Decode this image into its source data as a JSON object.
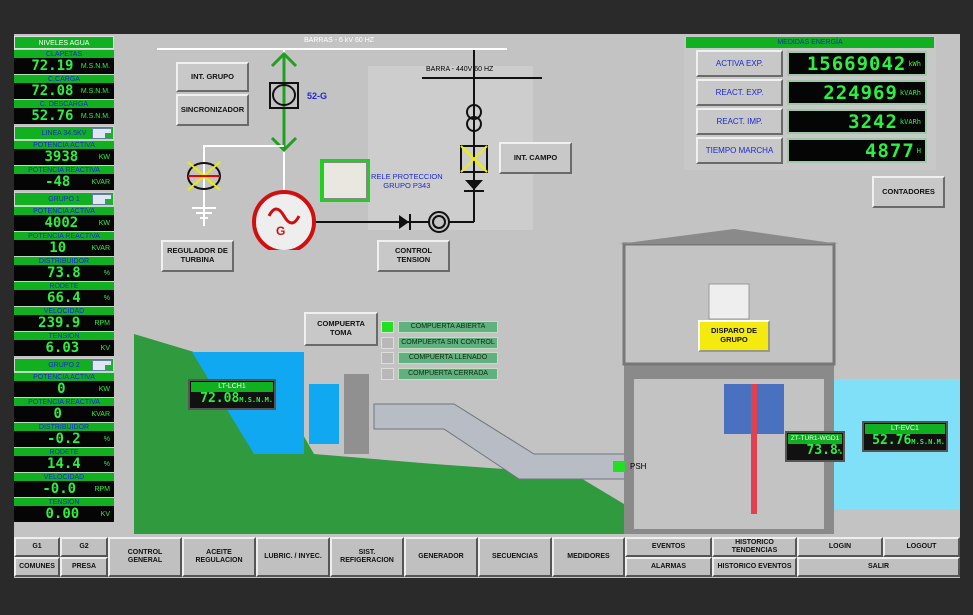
{
  "left_panel": {
    "title": "NIVELES AGUA",
    "levels": [
      {
        "label": "CLAPETAS",
        "value": "72.19",
        "unit": "M.S.N.M."
      },
      {
        "label": "C.CARGA",
        "value": "72.08",
        "unit": "M.S.N.M."
      },
      {
        "label": "C. DESCARGA",
        "value": "52.76",
        "unit": "M.S.N.M."
      }
    ],
    "linea": {
      "title": "LINEA 34.5KV",
      "rows": [
        {
          "label": "POTENCIA ACTIVA",
          "value": "3938",
          "unit": "KW"
        },
        {
          "label": "POTENCIA REACTIVA",
          "value": "-48",
          "unit": "KVAR"
        }
      ]
    },
    "grupo1": {
      "title": "GRUPO 1",
      "rows": [
        {
          "label": "POTENCIA ACTIVA",
          "value": "4002",
          "unit": "KW"
        },
        {
          "label": "POTENCIA REACTIVA",
          "value": "10",
          "unit": "KVAR"
        },
        {
          "label": "DISTRIBUIDOR",
          "value": "73.8",
          "unit": "%"
        },
        {
          "label": "RODETE",
          "value": "66.4",
          "unit": "%"
        },
        {
          "label": "VELOCIDAD",
          "value": "239.9",
          "unit": "RPM"
        },
        {
          "label": "TENSION",
          "value": "6.03",
          "unit": "KV"
        }
      ]
    },
    "grupo2": {
      "title": "GRUPO 2",
      "rows": [
        {
          "label": "POTENCIA ACTIVA",
          "value": "0",
          "unit": "KW"
        },
        {
          "label": "POTENCIA REACTIVA",
          "value": "0",
          "unit": "KVAR"
        },
        {
          "label": "DISTRIBUIDOR",
          "value": "-0.2",
          "unit": "%"
        },
        {
          "label": "RODETE",
          "value": "14.4",
          "unit": "%"
        },
        {
          "label": "VELOCIDAD",
          "value": "-0.0",
          "unit": "RPM"
        },
        {
          "label": "TENSION",
          "value": "0.00",
          "unit": "KV"
        }
      ]
    }
  },
  "schematic": {
    "bus_main": "BARRAS - 6 kV 60 HZ",
    "bus_aux": "BARRA - 440V 60 HZ",
    "breaker": "52-G",
    "generator": "G",
    "relay": "RELE PROTECCION\nGRUPO P343",
    "buttons": {
      "int_grupo": "INT. GRUPO",
      "sincronizador": "SINCRONIZADOR",
      "int_campo": "INT. CAMPO",
      "regulador": "REGULADOR DE TURBINA",
      "control_tension": "CONTROL TENSION",
      "contadores": "CONTADORES",
      "compuerta_toma": "COMPUERTA TOMA",
      "disparo": "DISPARO DE GRUPO"
    }
  },
  "energy": {
    "title": "MEDIDAS ENERGÍA",
    "rows": [
      {
        "label": "ACTIVA EXP.",
        "value": "15669042",
        "unit": "kWh"
      },
      {
        "label": "REACT. EXP.",
        "value": "224969",
        "unit": "kVARh"
      },
      {
        "label": "REACT. IMP.",
        "value": "3242",
        "unit": "kVARh"
      },
      {
        "label": "TIEMPO MARCHA",
        "value": "4877",
        "unit": "H"
      }
    ]
  },
  "gate_status": [
    {
      "label": "COMPUERTA ABIERTA",
      "active": true
    },
    {
      "label": "COMPUERTA SIN CONTROL",
      "active": false
    },
    {
      "label": "COMPUERTA LLENADO",
      "active": false
    },
    {
      "label": "COMPUERTA CERRADA",
      "active": false
    }
  ],
  "tags": {
    "lch": {
      "name": "LT-LCH1",
      "value": "72.08",
      "unit": "M.S.N.M."
    },
    "evc": {
      "name": "LT-EVC1",
      "value": "52.76",
      "unit": "M.S.N.M."
    },
    "wgd": {
      "name": "ZT-TUR1-WGD1",
      "value": "73.8",
      "unit": "%"
    },
    "psh": "PSH"
  },
  "nav": {
    "g1": "G1",
    "g2": "G2",
    "comunes": "COMUNES",
    "presa": "PRESA",
    "control_general": "CONTROL GENERAL",
    "aceite": "ACEITE REGULACION",
    "lubric": "LUBRIC. / INYEC.",
    "refrig": "SIST. REFIGERACION",
    "generador": "GENERADOR",
    "secuencias": "SECUENCIAS",
    "medidores": "MEDIDORES",
    "eventos": "EVENTOS",
    "alarmas": "ALARMAS",
    "hist_tend": "HISTORICO TENDENCIAS",
    "hist_eventos": "HISTORICO EVENTOS",
    "login": "LOGIN",
    "logout": "LOGOUT",
    "salir": "SALIR"
  },
  "colors": {
    "panel_green": "#10b020",
    "digit_green": "#2cf040",
    "label_blue": "#1a2ad0",
    "water": "#10a8f0",
    "tailwater": "#80e0f8"
  }
}
